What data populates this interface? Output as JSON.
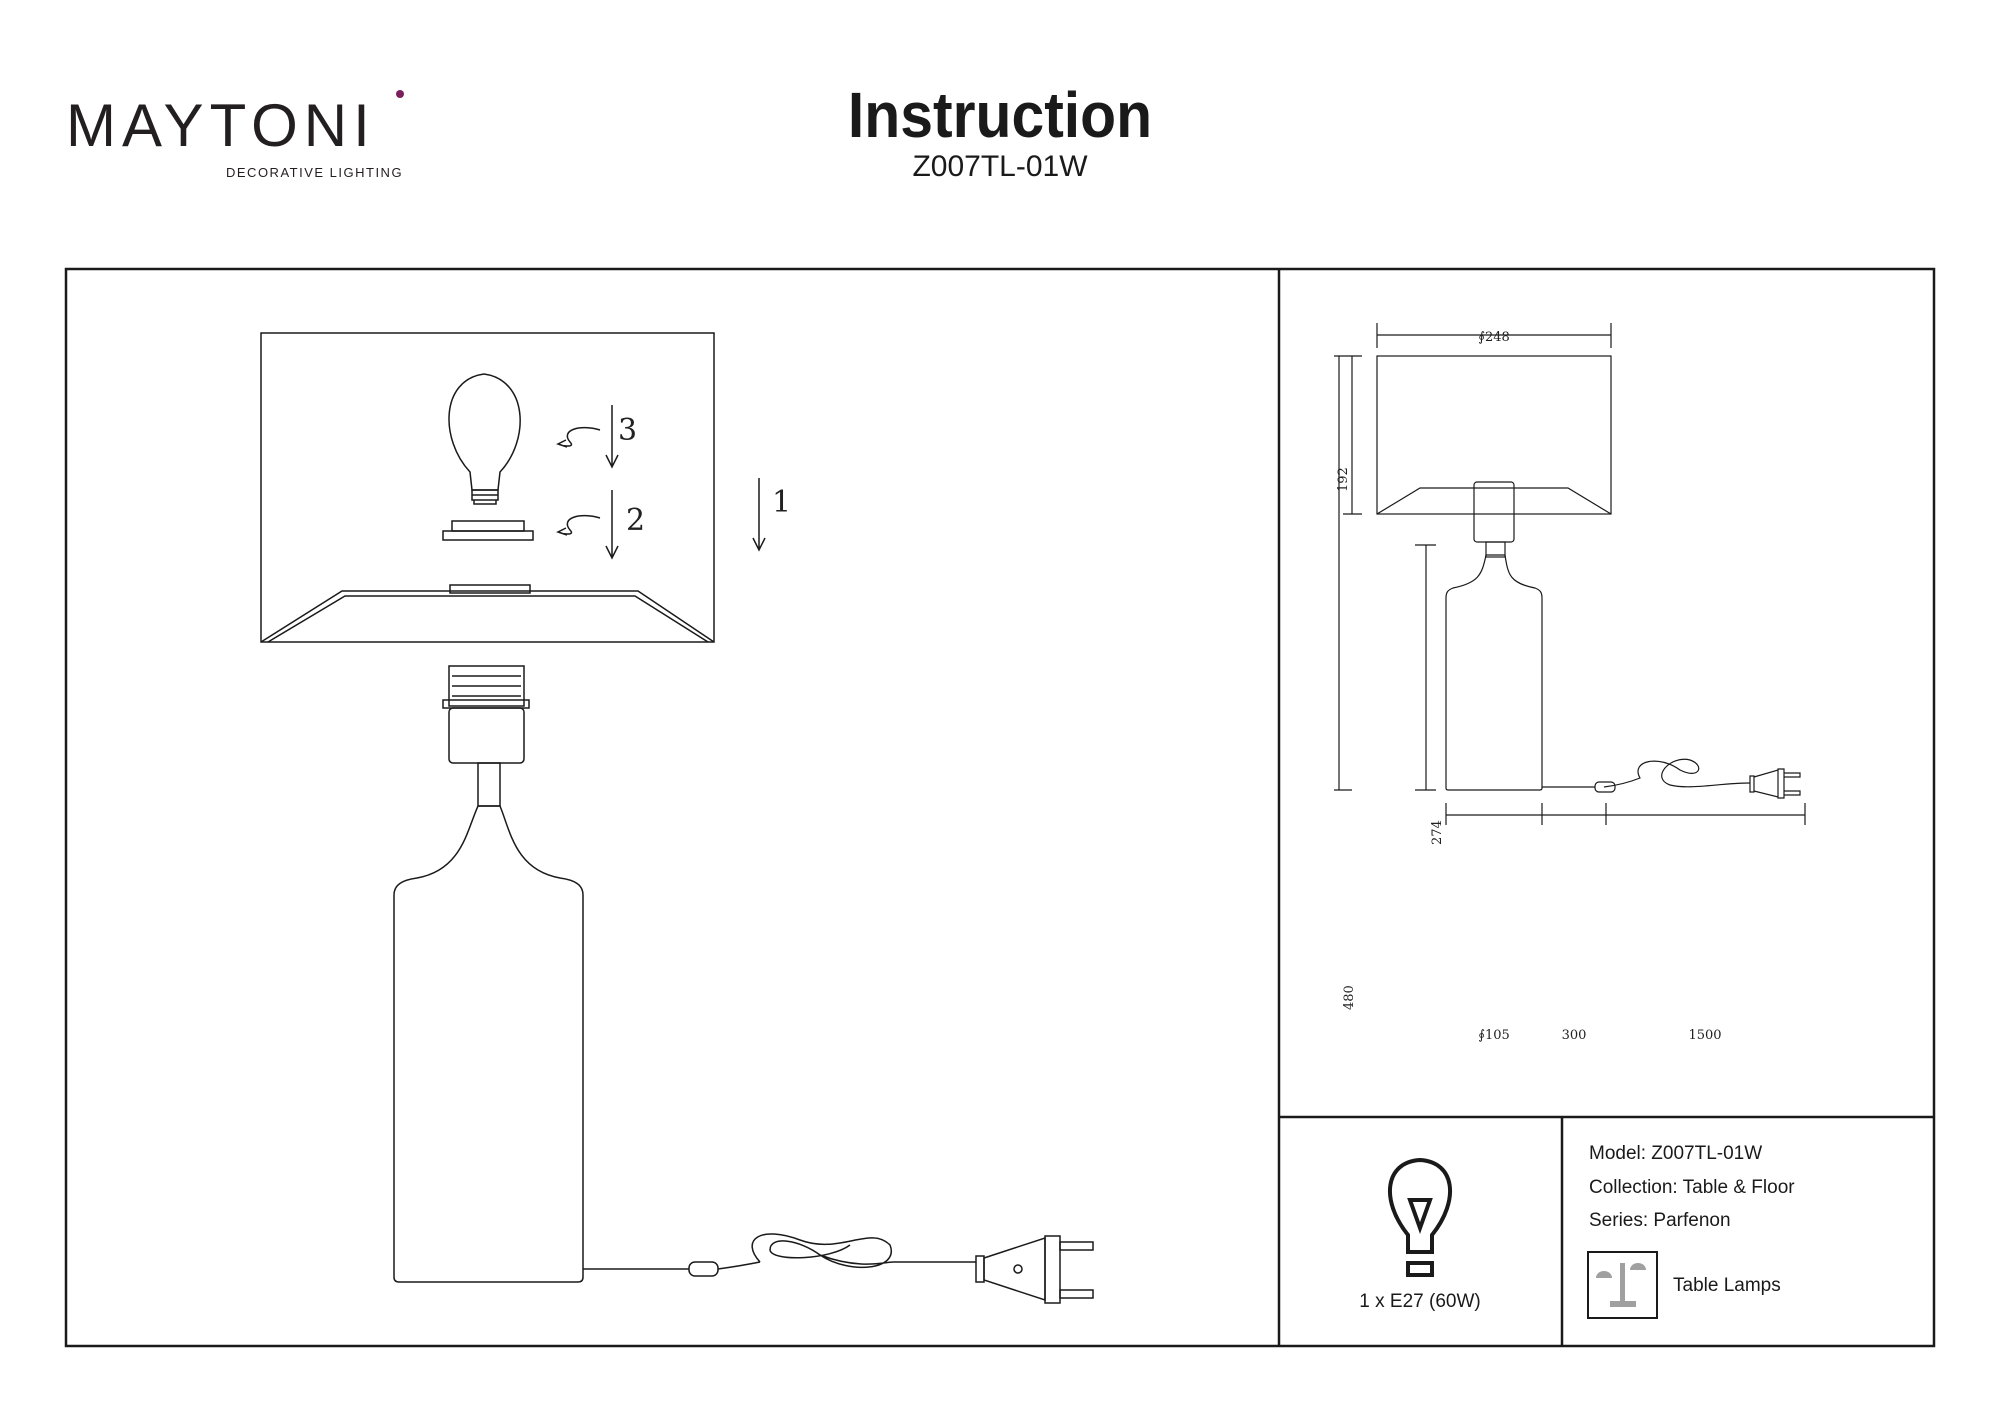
{
  "header": {
    "logo": "MAYTONI",
    "logo_tagline": "DECORATIVE LIGHTING",
    "title": "Instruction",
    "model_code": "Z007TL-01W"
  },
  "assembly": {
    "steps": [
      "1",
      "2",
      "3"
    ]
  },
  "dimensions": {
    "shade_diameter": "∮248",
    "shade_height": "192",
    "total_height": "480",
    "base_height": "274",
    "base_diameter": "∮105",
    "cord_to_switch": "300",
    "cord_to_plug": "1500"
  },
  "specs": {
    "bulb": "1 x E27 (60W)",
    "model": "Model: Z007TL-01W",
    "collection": "Collection: Table & Floor",
    "series": "Series: Parfenon",
    "type": "Table Lamps"
  },
  "colors": {
    "line": "#1a1a1a",
    "logo_accent": "#7a1f5c",
    "icon_gray": "#a0a0a0"
  }
}
